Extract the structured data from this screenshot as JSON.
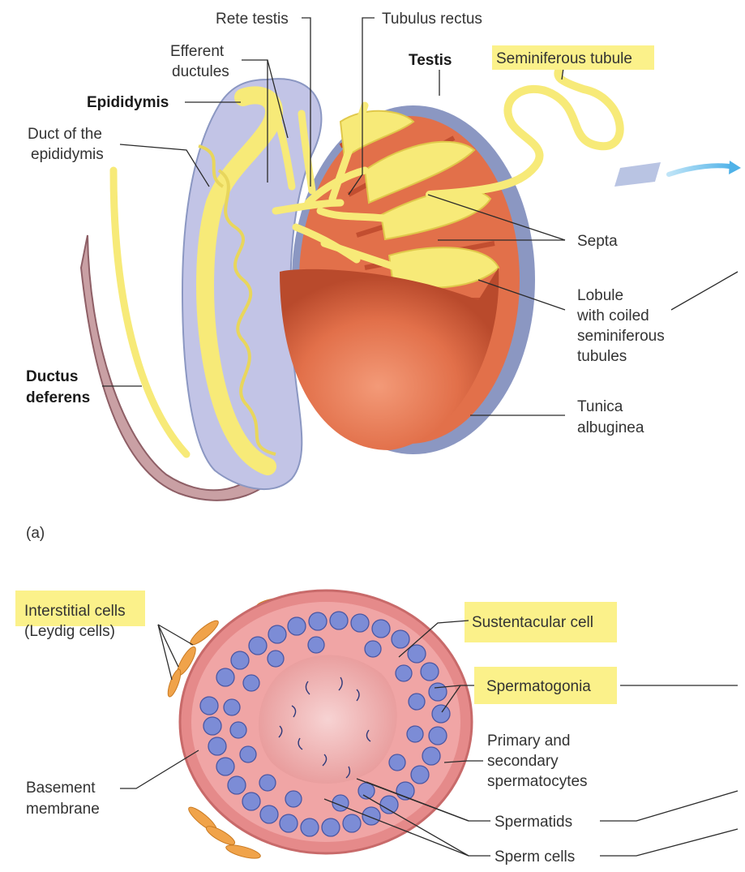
{
  "part_a": {
    "labels": {
      "rete_testis": "Rete testis",
      "tubulus_rectus": "Tubulus rectus",
      "efferent_ductules_1": "Efferent",
      "efferent_ductules_2": "ductules",
      "testis": "Testis",
      "seminiferous_tubule": "Seminiferous tubule",
      "epididymis": "Epididymis",
      "duct_of_epididymis_1": "Duct of the",
      "duct_of_epididymis_2": "epididymis",
      "septa": "Septa",
      "lobule_1": "Lobule",
      "lobule_2": "with coiled",
      "lobule_3": "seminiferous",
      "lobule_4": "tubules",
      "ductus_deferens_1": "Ductus",
      "ductus_deferens_2": "deferens",
      "tunica_albuginea_1": "Tunica",
      "tunica_albuginea_2": "albuginea"
    },
    "panel_label": "(a)"
  },
  "part_b": {
    "labels": {
      "interstitial_cells_1": "Interstitial cells",
      "interstitial_cells_2": "(Leydig cells)",
      "sustentacular_cell": "Sustentacular cell",
      "spermatogonia": "Spermatogonia",
      "spermatocytes_1": "Primary and",
      "spermatocytes_2": "secondary",
      "spermatocytes_3": "spermatocytes",
      "basement_membrane_1": "Basement",
      "basement_membrane_2": "membrane",
      "spermatids": "Spermatids",
      "sperm_cells": "Sperm cells"
    }
  },
  "colors": {
    "highlight": "#fbf18a",
    "tubule_yellow": "#f7ea78",
    "testis_red": "#e2704a",
    "tunica_blue": "#8b97c2",
    "epididymis_lavender": "#c2c4e6",
    "ductus_pink": "#c9a0a4",
    "cell_blue": "#7c8cd6",
    "lumen_pink": "#f0b9b9",
    "leydig_orange": "#f0a34a"
  }
}
